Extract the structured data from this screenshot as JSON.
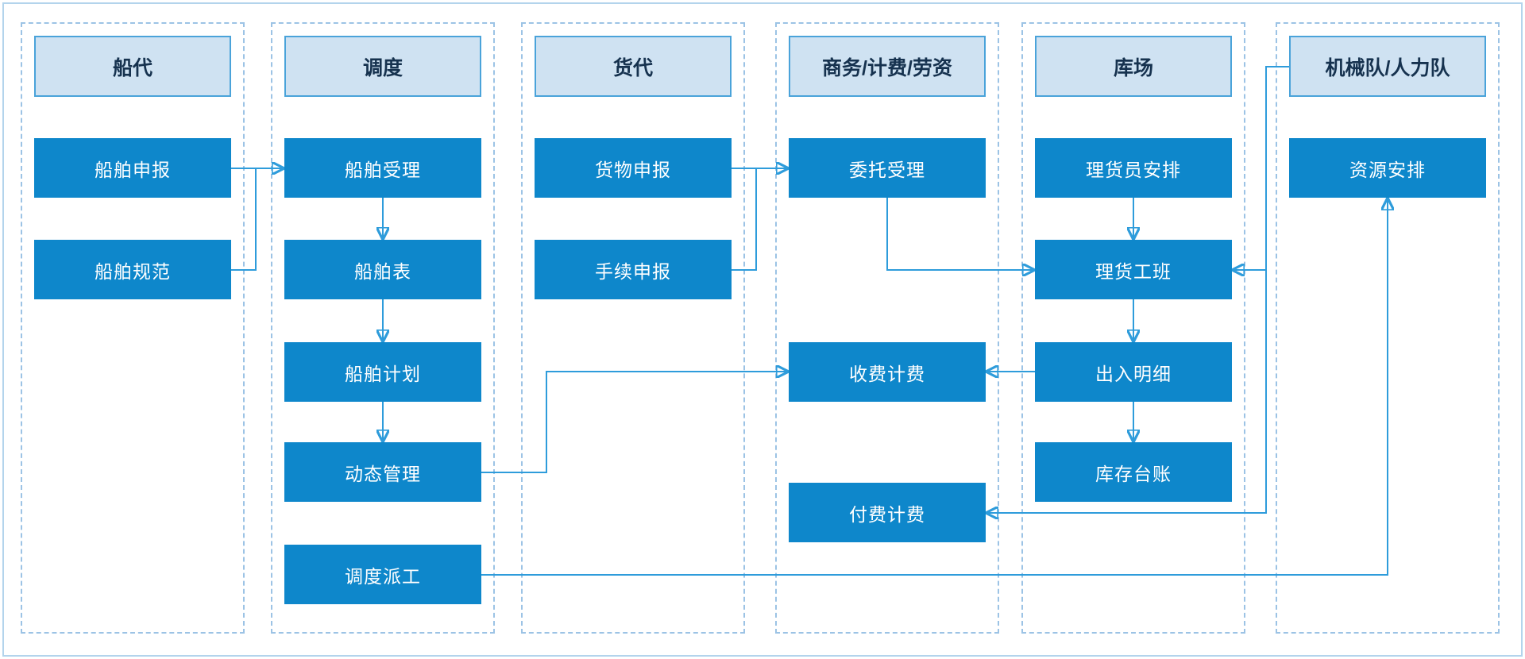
{
  "diagram": {
    "lanes": [
      {
        "title": "船代",
        "nodes": [
          "船舶申报",
          "船舶规范"
        ]
      },
      {
        "title": "调度",
        "nodes": [
          "船舶受理",
          "船舶表",
          "船舶计划",
          "动态管理",
          "调度派工"
        ]
      },
      {
        "title": "货代",
        "nodes": [
          "货物申报",
          "手续申报"
        ]
      },
      {
        "title": "商务/计费/劳资",
        "nodes": [
          "委托受理",
          "收费计费",
          "付费计费"
        ]
      },
      {
        "title": "库场",
        "nodes": [
          "理货员安排",
          "理货工班",
          "出入明细",
          "库存台账"
        ]
      },
      {
        "title": "机械队/人力队",
        "nodes": [
          "资源安排"
        ]
      }
    ],
    "edges": [
      {
        "from": "船舶申报",
        "to": "船舶受理"
      },
      {
        "from": "船舶规范",
        "to": "船舶受理"
      },
      {
        "from": "船舶受理",
        "to": "船舶表"
      },
      {
        "from": "船舶表",
        "to": "船舶计划"
      },
      {
        "from": "船舶计划",
        "to": "动态管理"
      },
      {
        "from": "动态管理",
        "to": "收费计费"
      },
      {
        "from": "调度派工",
        "to": "资源安排"
      },
      {
        "from": "货物申报",
        "to": "委托受理"
      },
      {
        "from": "手续申报",
        "to": "委托受理"
      },
      {
        "from": "委托受理",
        "to": "理货工班"
      },
      {
        "from": "理货员安排",
        "to": "理货工班"
      },
      {
        "from": "理货工班",
        "to": "出入明细"
      },
      {
        "from": "出入明细",
        "to": "库存台账"
      },
      {
        "from": "出入明细",
        "to": "收费计费"
      },
      {
        "from": "机械队/人力队",
        "to": "理货工班"
      },
      {
        "from": "机械队/人力队",
        "to": "付费计费"
      }
    ],
    "colors": {
      "node_fill": "#0e87cb",
      "node_text": "#ffffff",
      "header_fill": "#cfe2f2",
      "header_border": "#4aa3da",
      "header_text": "#16324f",
      "connector": "#2e9cdb",
      "lane_border": "#9cc3e5",
      "outer_border": "#b3d4ec"
    }
  }
}
